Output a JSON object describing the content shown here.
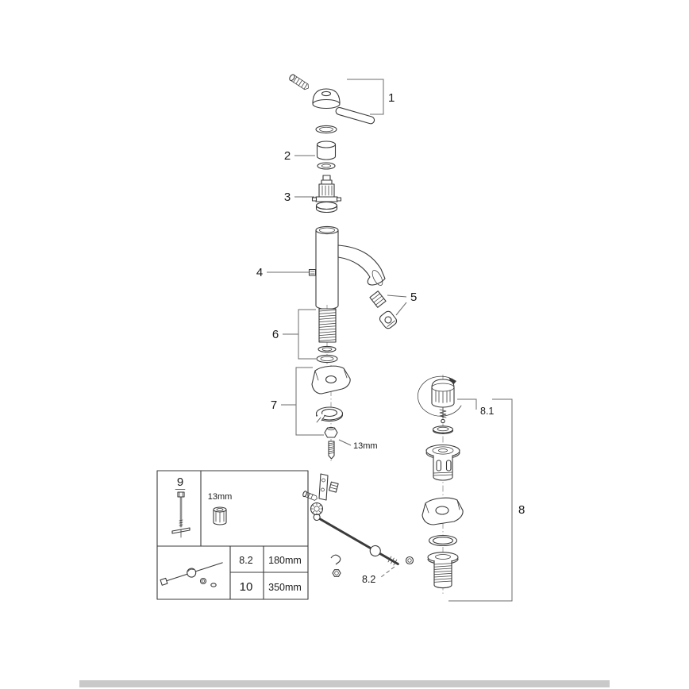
{
  "colors": {
    "background": "#ffffff",
    "drawing_line": "#3a3a3a",
    "callout_line": "#6b6b6b",
    "label_text": "#1a1a1a",
    "footer_bar": "#c9c9c9"
  },
  "callout_labels": {
    "n1": "1",
    "n2": "2",
    "n3": "3",
    "n4": "4",
    "n5": "5",
    "n6": "6",
    "n7": "7",
    "n8": "8",
    "n8_1": "8.1",
    "n8_2": "8.2",
    "n9": "9"
  },
  "annotations": {
    "nut_wrench_size": "13mm",
    "socket_wrench_size": "13mm"
  },
  "size_table": {
    "rows": [
      {
        "part": "8.2",
        "length": "180mm"
      },
      {
        "part": "10",
        "length": "350mm"
      }
    ]
  }
}
